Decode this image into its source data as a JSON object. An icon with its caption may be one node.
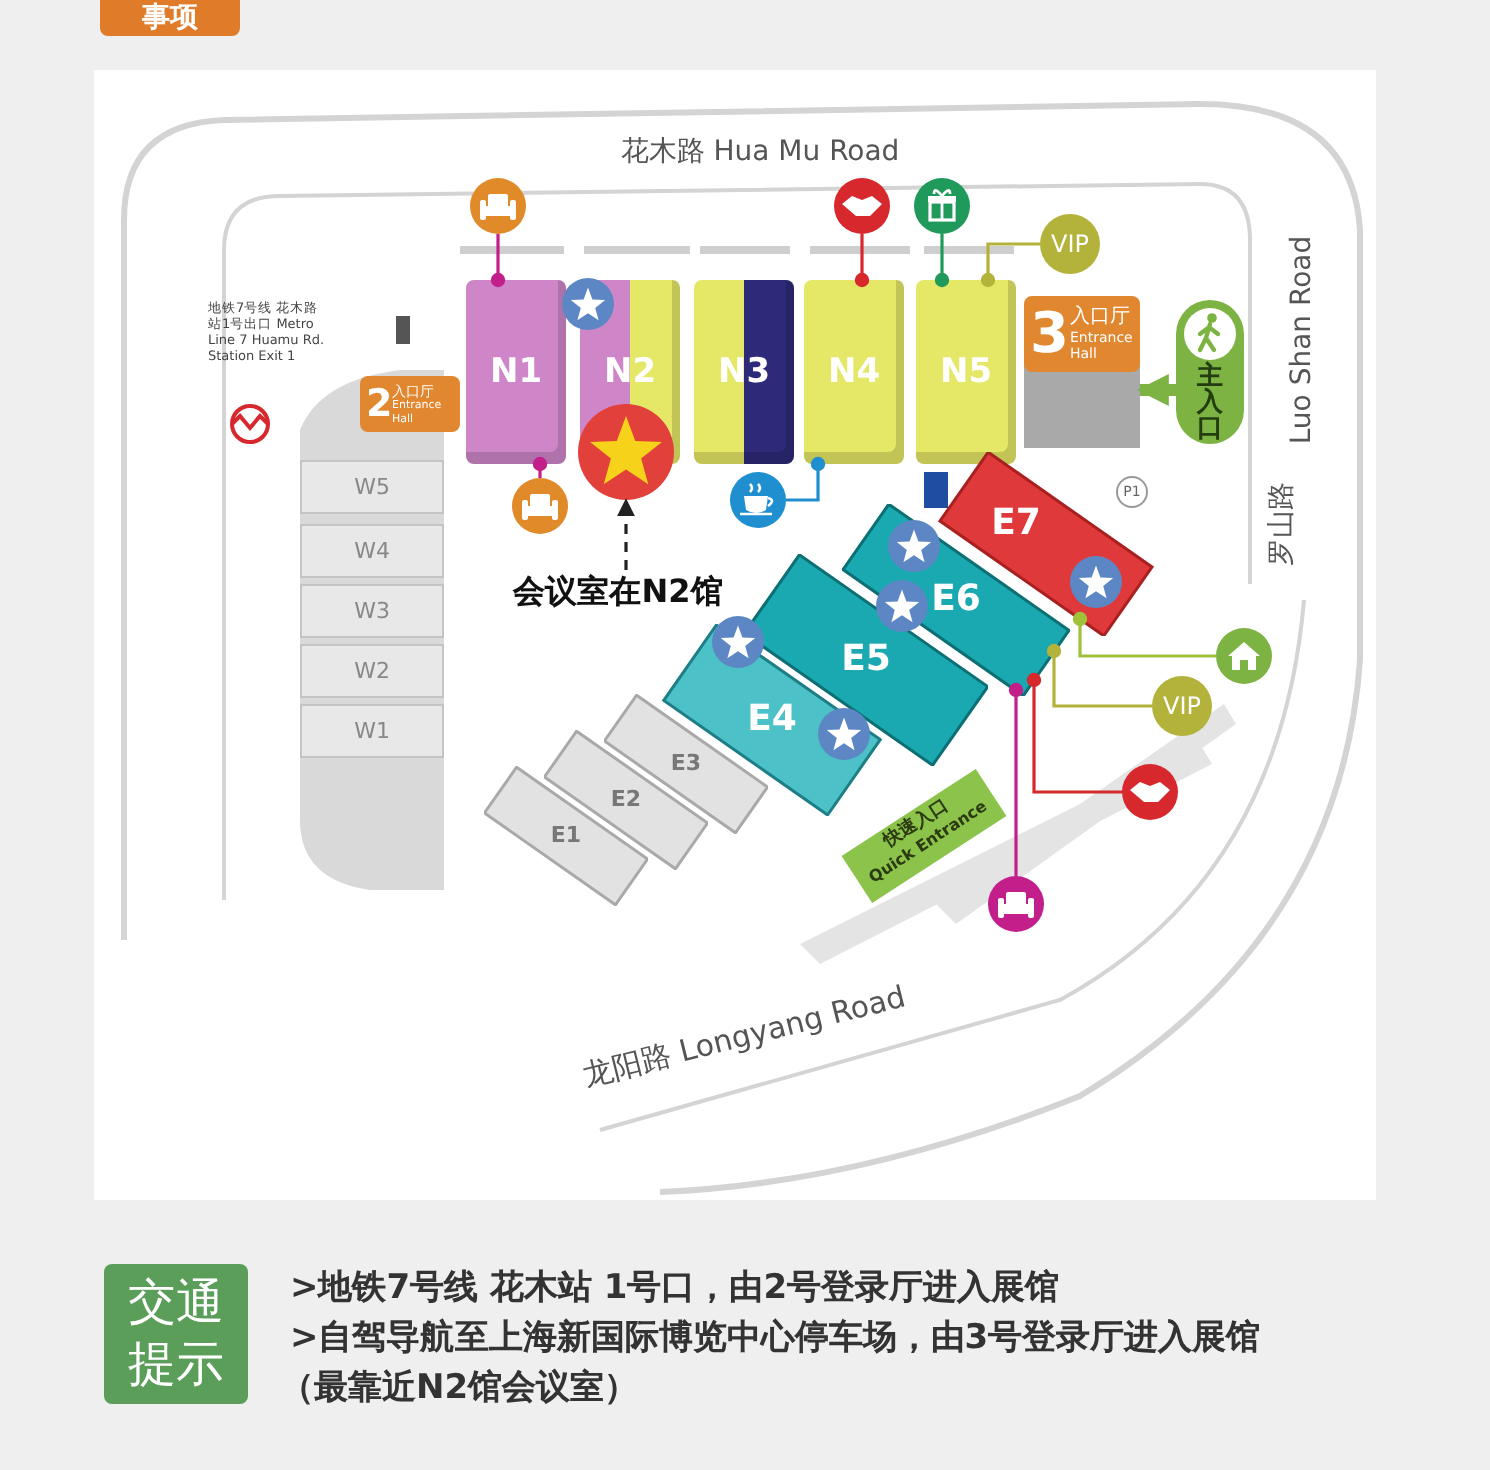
{
  "diagram": {
    "nodes": [
      {
        "text": [],
        "shape": "circle"
      },
      {
        "text": [],
        "shape": "circle"
      },
      {
        "text": [],
        "shape": "circle"
      },
      {
        "text": [
          "VIP"
        ]
      },
      {
        "text": [
          "N1"
        ]
      },
      {
        "text": [
          "N2"
        ]
      },
      {
        "text": [
          "N3"
        ]
      },
      {
        "text": [
          "N4"
        ]
      },
      {
        "text": [
          "N5"
        ]
      },
      {
        "text": [
          "3",
          "入口厅",
          "Entrance Hall"
        ]
      },
      {
        "text": [
          "主入口"
        ]
      },
      {
        "text": [
          "2",
          "入口厅",
          "Entrance Hall"
        ]
      },
      {
        "text": [],
        "shape": "circle"
      },
      {
        "text": [],
        "shape": "circle"
      },
      {
        "text": [],
        "shape": "circle"
      },
      {
        "text": [
          "会议室在N2馆"
        ]
      },
      {
        "text": [
          "W5"
        ]
      },
      {
        "text": [
          "W4"
        ]
      },
      {
        "text": [
          "W3"
        ]
      },
      {
        "text": [
          "W2"
        ]
      },
      {
        "text": [
          "W1"
        ]
      },
      {
        "text": [
          "E7"
        ]
      },
      {
        "text": [
          "E6"
        ]
      },
      {
        "text": [
          "E5"
        ]
      },
      {
        "text": [
          "E4"
        ]
      },
      {
        "text": [
          "E3"
        ]
      },
      {
        "text": [
          "E2"
        ]
      },
      {
        "text": [
          "E1"
        ]
      },
      {
        "text": [],
        "shape": "circle"
      },
      {
        "text": [
          "VIP"
        ]
      },
      {
        "text": [],
        "shape": "circle"
      },
      {
        "text": [
          "快速入口",
          "Quick Entrance"
        ]
      },
      {
        "text": [],
        "shape": "circle"
      },
      {
        "text": [
          "交通提示"
        ]
      }
    ],
    "edges": [
      {
        "from": 0,
        "to": 4,
        "arrow": "other",
        "color": "#c21f8a"
      },
      {
        "from": 12,
        "to": 4,
        "arrow": "other",
        "color": "#c21f8a"
      },
      {
        "from": 1,
        "to": 7,
        "arrow": "other",
        "color": "#d6282d"
      },
      {
        "from": 14,
        "to": 7,
        "arrow": "other",
        "color": "#1f8fd0"
      },
      {
        "from": 2,
        "to": 8,
        "arrow": "other",
        "color": "#1f9a5b"
      },
      {
        "from": 3,
        "to": 8,
        "arrow": "other",
        "color": "#b3b23a"
      },
      {
        "from": 15,
        "to": 13,
        "arrow": "to",
        "style": "dashed",
        "color": "#222222"
      },
      {
        "from": 10,
        "to": 9,
        "arrow": "to",
        "style": "thick",
        "color": "#7cb342"
      },
      {
        "from": 28,
        "to": 21,
        "arrow": "other",
        "color": "#9fc23a"
      },
      {
        "from": 29,
        "to": 22,
        "arrow": "other",
        "color": "#b3b23a"
      },
      {
        "from": 30,
        "to": 22,
        "arrow": "other",
        "color": "#d6282d"
      },
      {
        "from": 32,
        "to": 22,
        "arrow": "other",
        "color": "#c21f8a"
      }
    ],
    "labels": [
      "事项",
      "花木路 Hua Mu Road",
      "地铁7号线 花木路站1号出口 Metro Line 7 Huamu Rd. Station Exit 1",
      "P1",
      "Luo Shan Road",
      "罗山路",
      "龙阳路 Longyang Road",
      "**>地铁7号线** 花木站 1号口，由**2号**登录厅进入展馆",
      "**>自驾导航**至上海新国际博览中心停车场，由**3号**登录厅进入展馆",
      "（最靠近N2馆会议室）"
    ]
  }
}
